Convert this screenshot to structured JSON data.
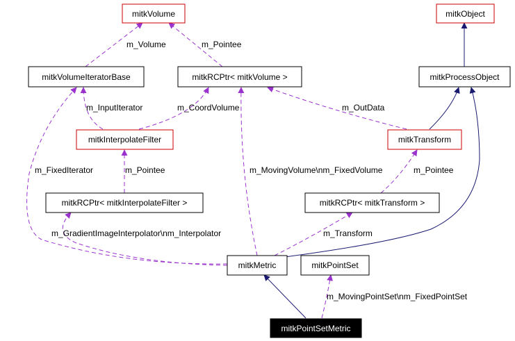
{
  "colors": {
    "background": "#ffffff",
    "plain_border": "#000000",
    "highlight_border": "#cc0000",
    "selected_fill": "#000000",
    "selected_text": "#ffffff",
    "inheritance_edge": "#191970",
    "usage_edge": "#9a32cd",
    "text": "#000000"
  },
  "nodes": {
    "mitkVolume": "mitkVolume",
    "mitkObject": "mitkObject",
    "mitkVolumeIteratorBase": "mitkVolumeIteratorBase",
    "mitkRCPtrVolume": "mitkRCPtr< mitkVolume >",
    "mitkProcessObject": "mitkProcessObject",
    "mitkInterpolateFilter": "mitkInterpolateFilter",
    "mitkTransform": "mitkTransform",
    "mitkRCPtrInterpolateFilter": "mitkRCPtr< mitkInterpolateFilter >",
    "mitkRCPtrTransform": "mitkRCPtr< mitkTransform >",
    "mitkMetric": "mitkMetric",
    "mitkPointSet": "mitkPointSet",
    "mitkPointSetMetric": "mitkPointSetMetric"
  },
  "edge_labels": {
    "volIter_volume": "m_Volume",
    "rcVol_pointee": "m_Pointee",
    "interp_inputIter": "m_InputIterator",
    "interp_coordVol": "m_CoordVolume",
    "transform_outData": "m_OutData",
    "metric_fixedIter": "m_FixedIterator",
    "rcInterp_pointee": "m_Pointee",
    "metric_movingVol": "m_MovingVolume\\nm_FixedVolume",
    "rcTrans_pointee": "m_Pointee",
    "metric_gradient": "m_GradientImageInterpolator\\nm_Interpolator",
    "metric_transform": "m_Transform",
    "psm_pointSet": "m_MovingPointSet\\nm_FixedPointSet"
  }
}
